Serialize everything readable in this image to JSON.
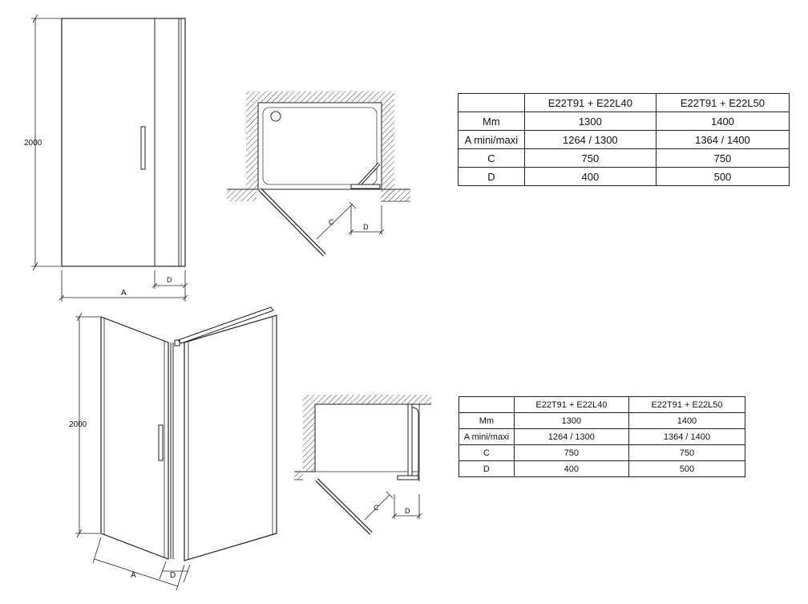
{
  "drawing_labels": {
    "top_front_height": "2000",
    "top_front_a": "A",
    "top_front_d": "D",
    "top_plan_c": "C",
    "top_plan_d": "D",
    "bottom_iso_height": "2000",
    "bottom_iso_a": "A",
    "bottom_iso_d": "D",
    "bottom_plan_c": "C",
    "bottom_plan_d": "D"
  },
  "tables": [
    {
      "headers": [
        "",
        "E22T91 + E22L40",
        "E22T91 + E22L50"
      ],
      "rows": [
        [
          "Mm",
          "1300",
          "1400"
        ],
        [
          "A mini/maxi",
          "1264 / 1300",
          "1364 / 1400"
        ],
        [
          "C",
          "750",
          "750"
        ],
        [
          "D",
          "400",
          "500"
        ]
      ]
    },
    {
      "headers": [
        "",
        "E22T91 + E22L40",
        "E22T91 + E22L50"
      ],
      "rows": [
        [
          "Mm",
          "1300",
          "1400"
        ],
        [
          "A mini/maxi",
          "1264 / 1300",
          "1364 / 1400"
        ],
        [
          "C",
          "750",
          "750"
        ],
        [
          "D",
          "400",
          "500"
        ]
      ]
    }
  ]
}
